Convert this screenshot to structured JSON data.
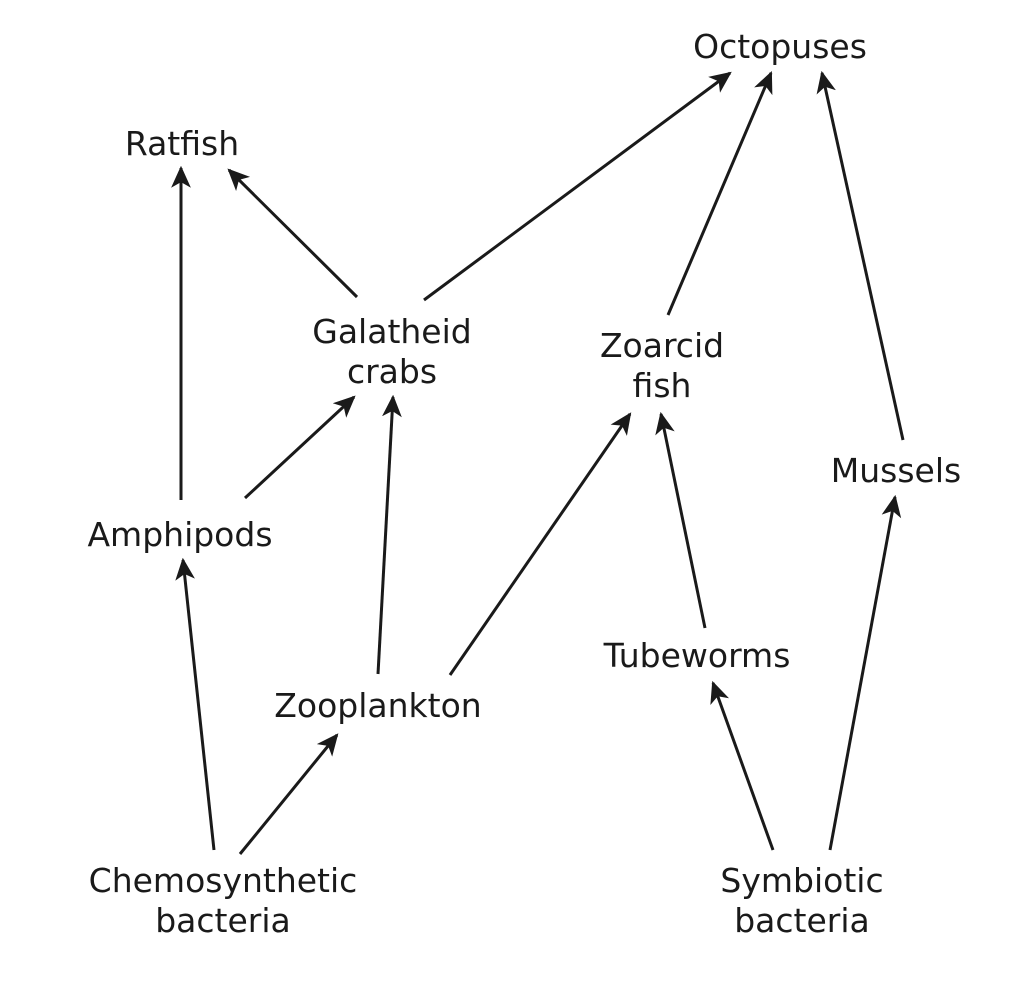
{
  "nodes": [
    {
      "id": "octopuses",
      "lines": [
        "Octopuses"
      ]
    },
    {
      "id": "ratfish",
      "lines": [
        "Ratfish"
      ]
    },
    {
      "id": "galatheid-crabs",
      "lines": [
        "Galatheid",
        "crabs"
      ]
    },
    {
      "id": "zoarcid-fish",
      "lines": [
        "Zoarcid",
        "fish"
      ]
    },
    {
      "id": "mussels",
      "lines": [
        "Mussels"
      ]
    },
    {
      "id": "amphipods",
      "lines": [
        "Amphipods"
      ]
    },
    {
      "id": "tubeworms",
      "lines": [
        "Tubeworms"
      ]
    },
    {
      "id": "zooplankton",
      "lines": [
        "Zooplankton"
      ]
    },
    {
      "id": "chemosynthetic-bacteria",
      "lines": [
        "Chemosynthetic",
        "bacteria"
      ]
    },
    {
      "id": "symbiotic-bacteria",
      "lines": [
        "Symbiotic",
        "bacteria"
      ]
    }
  ],
  "edges": [
    {
      "from": "galatheid-crabs",
      "to": "ratfish"
    },
    {
      "from": "galatheid-crabs",
      "to": "octopuses"
    },
    {
      "from": "zoarcid-fish",
      "to": "octopuses"
    },
    {
      "from": "mussels",
      "to": "octopuses"
    },
    {
      "from": "amphipods",
      "to": "ratfish"
    },
    {
      "from": "amphipods",
      "to": "galatheid-crabs"
    },
    {
      "from": "zooplankton",
      "to": "galatheid-crabs"
    },
    {
      "from": "zooplankton",
      "to": "zoarcid-fish"
    },
    {
      "from": "tubeworms",
      "to": "zoarcid-fish"
    },
    {
      "from": "chemosynthetic-bacteria",
      "to": "amphipods"
    },
    {
      "from": "chemosynthetic-bacteria",
      "to": "zooplankton"
    },
    {
      "from": "symbiotic-bacteria",
      "to": "tubeworms"
    },
    {
      "from": "symbiotic-bacteria",
      "to": "mussels"
    }
  ],
  "colors": {
    "ink": "#1a1a1a",
    "background": "#ffffff"
  }
}
